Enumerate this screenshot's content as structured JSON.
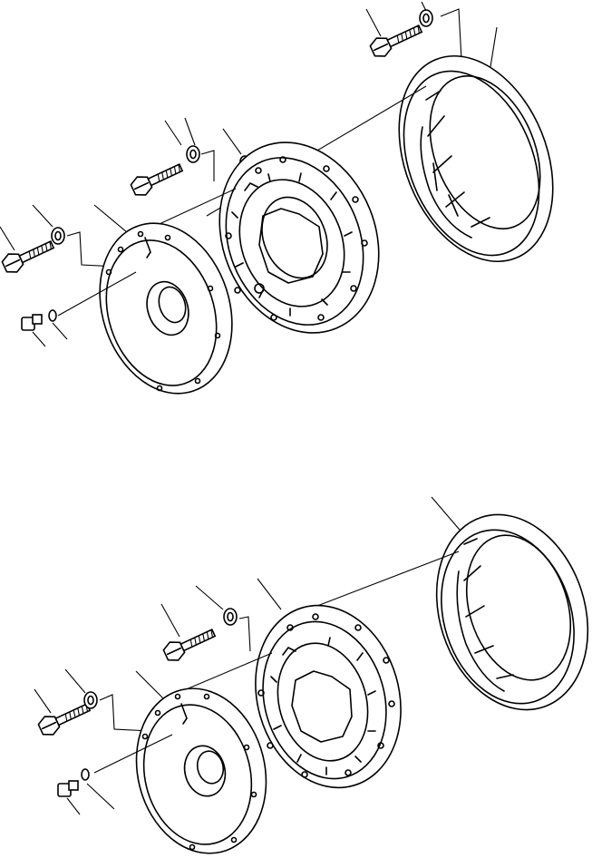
{
  "drawing": {
    "kind": "exploded-parts-view",
    "views": [
      {
        "id": "upper-assembly",
        "parts": [
          "bolt",
          "washer",
          "cover-plate",
          "plug",
          "o-ring",
          "gear-housing",
          "seal-washer",
          "bearing-ring"
        ]
      },
      {
        "id": "lower-assembly",
        "parts": [
          "bolt",
          "washer",
          "cover-plate",
          "plug",
          "o-ring",
          "gear-housing",
          "bearing-ring"
        ]
      }
    ],
    "callout_labels": []
  },
  "colors": {
    "line": "#000000",
    "background": "#ffffff"
  }
}
